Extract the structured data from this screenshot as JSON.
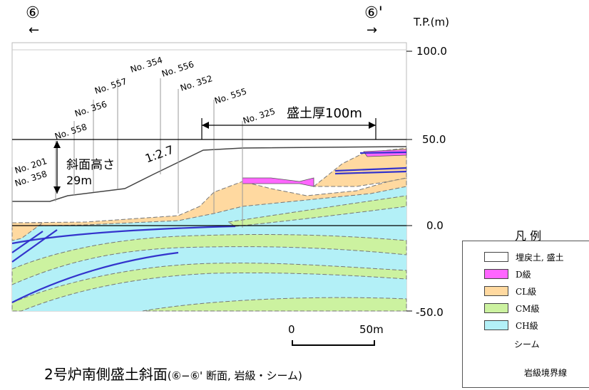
{
  "section": {
    "start_mark": "⑥",
    "end_mark": "⑥'",
    "start_arrow": "←",
    "end_arrow": "→"
  },
  "axis": {
    "unit_label": "T.P.(m)",
    "ticks": [
      "100.0",
      "50.0",
      "0.0",
      "-50.0"
    ]
  },
  "boreholes": [
    "No. 354",
    "No. 556",
    "No. 557",
    "No. 352",
    "No. 356",
    "No. 555",
    "No. 325",
    "No. 558",
    "No. 201",
    "No. 358"
  ],
  "annotations": {
    "fill_thickness": "盛土厚100m",
    "slope_height_label": "斜面高さ",
    "slope_height_value": "29m",
    "slope_ratio": "1:2.7"
  },
  "scale_bar": {
    "start": "0",
    "end": "50m"
  },
  "caption": {
    "main": "2号炉南側盛土斜面",
    "sub": "(⑥−⑥' 断面, 岩級・シーム)"
  },
  "legend": {
    "title": "凡 例",
    "items": [
      {
        "label": "埋戻土, 盛土",
        "color": "#ffffff"
      },
      {
        "label": "D級",
        "color": "#ff66ff"
      },
      {
        "label": "CL級",
        "color": "#ffd9a0"
      },
      {
        "label": "CM級",
        "color": "#ccf2a0"
      },
      {
        "label": "CH級",
        "color": "#b3f0f7"
      }
    ],
    "seam_label": "シーム",
    "seam_color": "#3333cc",
    "boundary_label": "岩級境界線",
    "boundary_color": "#666666"
  }
}
